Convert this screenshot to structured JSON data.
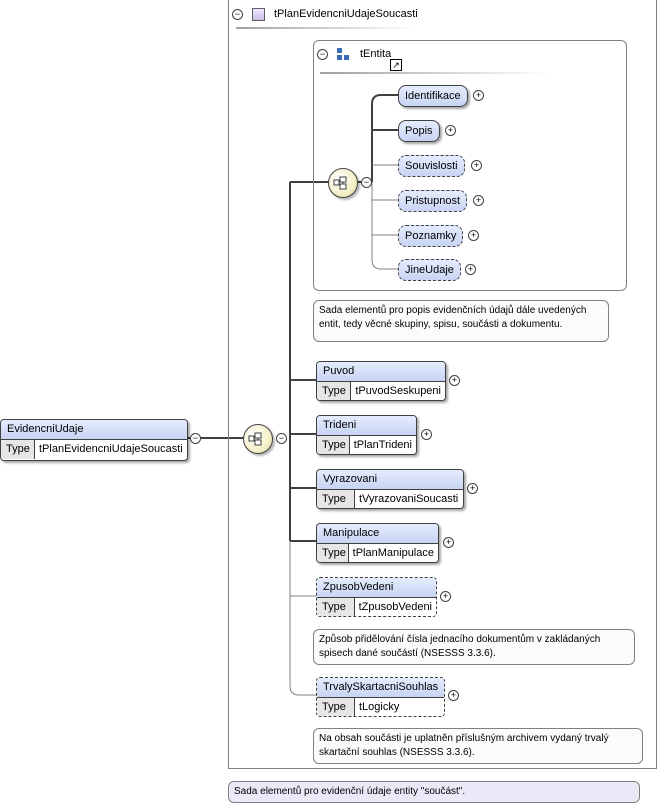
{
  "root": {
    "name": "EvidencniUdaje",
    "type_label": "Type",
    "type_value": "tPlanEvidencniUdajeSoucasti"
  },
  "complex_type": {
    "title": "tPlanEvidencniUdajeSoucasti",
    "annotation": "Sada elementů pro evidenční údaje entity \"součást\"."
  },
  "group": {
    "title": "tEntita",
    "annotation": "Sada elementů pro popis evidenčních údajů dále uvedených entit, tedy věcné skupiny, spisu, součásti a dokumentu.",
    "elements": [
      {
        "name": "Identifikace",
        "optional": false
      },
      {
        "name": "Popis",
        "optional": false
      },
      {
        "name": "Souvislosti",
        "optional": true
      },
      {
        "name": "Pristupnost",
        "optional": true
      },
      {
        "name": "Poznamky",
        "optional": true
      },
      {
        "name": "JineUdaje",
        "optional": true
      }
    ]
  },
  "elements": [
    {
      "name": "Puvod",
      "type_label": "Type",
      "type_value": "tPuvodSeskupeni",
      "optional": false
    },
    {
      "name": "Trideni",
      "type_label": "Type",
      "type_value": "tPlanTrideni",
      "optional": false
    },
    {
      "name": "Vyrazovani",
      "type_label": "Type",
      "type_value": "tVyrazovaniSoucasti",
      "optional": false
    },
    {
      "name": "Manipulace",
      "type_label": "Type",
      "type_value": "tPlanManipulace",
      "optional": false
    },
    {
      "name": "ZpusobVedeni",
      "type_label": "Type",
      "type_value": "tZpusobVedeni",
      "optional": true,
      "annotation": "Způsob přidělování čísla jednacího dokumentům v zakládaných spisech dané součástí (NSESSS 3.3.6)."
    },
    {
      "name": "TrvalySkartacniSouhlas",
      "type_label": "Type",
      "type_value": "tLogicky",
      "optional": true,
      "annotation": "Na obsah součásti je uplatněn příslušným archivem vydaný trvalý skartační souhlas (NSESSS 3.3.6)."
    }
  ],
  "symbols": {
    "collapse": "⊖",
    "expand": "+",
    "minus": "−"
  },
  "icons": [
    "sequence-compositor-icon",
    "complex-type-icon",
    "group-icon",
    "shortcut-arrow-icon"
  ],
  "colors": {
    "node_fill": "#c7d4f2",
    "annotation_fill": "#ece8f7",
    "compositor_fill": "#f4f0c8"
  }
}
